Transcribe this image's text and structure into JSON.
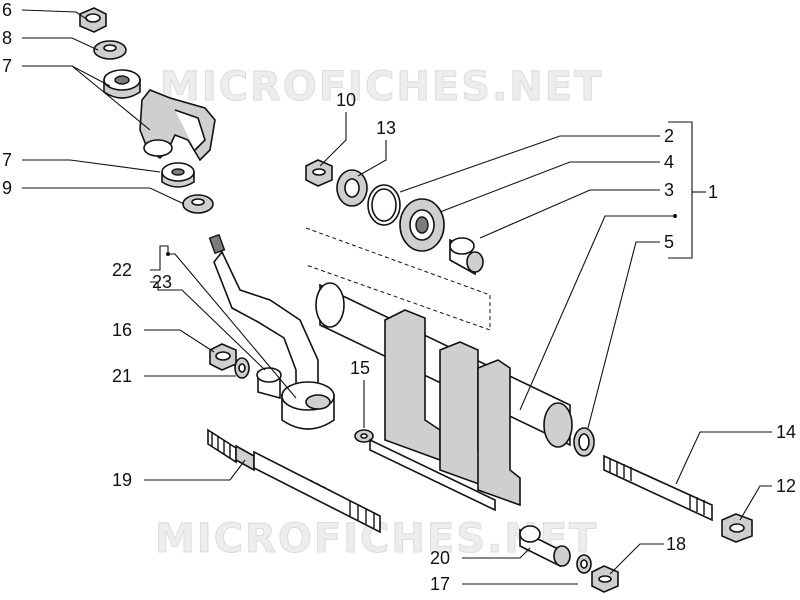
{
  "watermarks": [
    "MICROFICHES.NET",
    "MICROFICHES.NET"
  ],
  "callouts": {
    "c6": "6",
    "c8": "8",
    "c7a": "7",
    "c7b": "7",
    "c9": "9",
    "c10": "10",
    "c13": "13",
    "c2": "2",
    "c4": "4",
    "c3": "3",
    "c1": "1",
    "c5": "5",
    "c22": "22",
    "c23": "23",
    "c16": "16",
    "c21": "21",
    "c15": "15",
    "c14": "14",
    "c12": "12",
    "c19": "19",
    "c18": "18",
    "c20": "20",
    "c17": "17"
  }
}
